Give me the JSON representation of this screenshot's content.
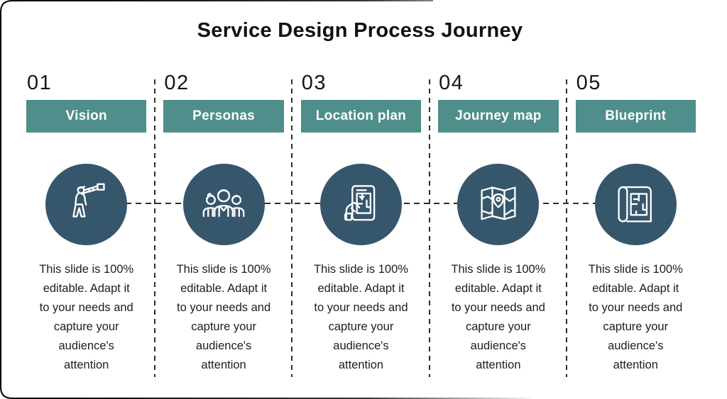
{
  "slide": {
    "title": "Service Design Process Journey"
  },
  "columns": [
    {
      "number": "01",
      "label": "Vision",
      "icon": "person-telescope-icon",
      "description": "This slide is 100%\neditable. Adapt it\nto your needs and\ncapture your\naudience's\nattention"
    },
    {
      "number": "02",
      "label": "Personas",
      "icon": "people-group-icon",
      "description": "This slide is 100%\neditable. Adapt it\nto your needs and\ncapture your\naudience's\nattention"
    },
    {
      "number": "03",
      "label": "Location plan",
      "icon": "floor-plan-hand-icon",
      "description": "This slide is 100%\neditable. Adapt it\nto your needs and\ncapture your\naudience's\nattention"
    },
    {
      "number": "04",
      "label": "Journey map",
      "icon": "folded-map-pin-icon",
      "description": "This slide is 100%\neditable. Adapt it\nto your needs and\ncapture your\naudience's\nattention"
    },
    {
      "number": "05",
      "label": "Blueprint",
      "icon": "blueprint-roll-icon",
      "description": "This slide is 100%\neditable. Adapt it\nto your needs and\ncapture your\naudience's\nattention"
    }
  ],
  "colors": {
    "header_teal": "#4F8E8A",
    "circle_navy": "#36566B",
    "dash": "#2E2E2E",
    "title_text": "#111111",
    "body_text": "#1D1D1D",
    "header_label_text": "#FFFFFF"
  }
}
